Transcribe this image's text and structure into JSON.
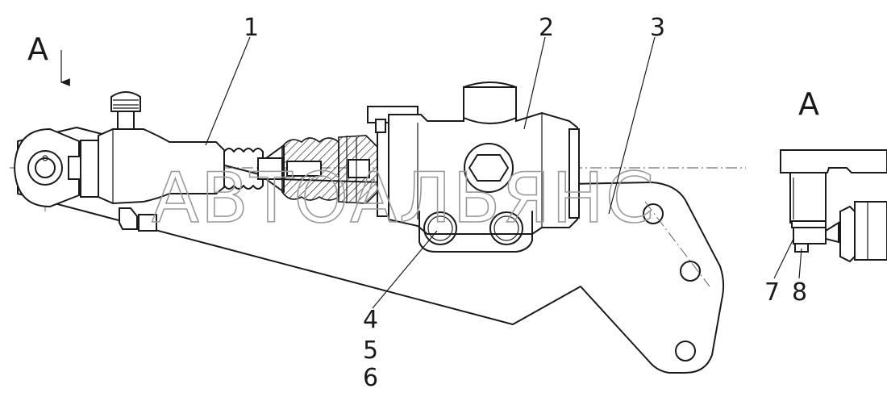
{
  "view_label": "А",
  "view_title": "А",
  "watermark": "АВТОАЛЬЯНС",
  "callouts": {
    "c1": "1",
    "c2": "2",
    "c3": "3",
    "c4": "4",
    "c5": "5",
    "c6": "6",
    "c7": "7",
    "c8": "8"
  }
}
